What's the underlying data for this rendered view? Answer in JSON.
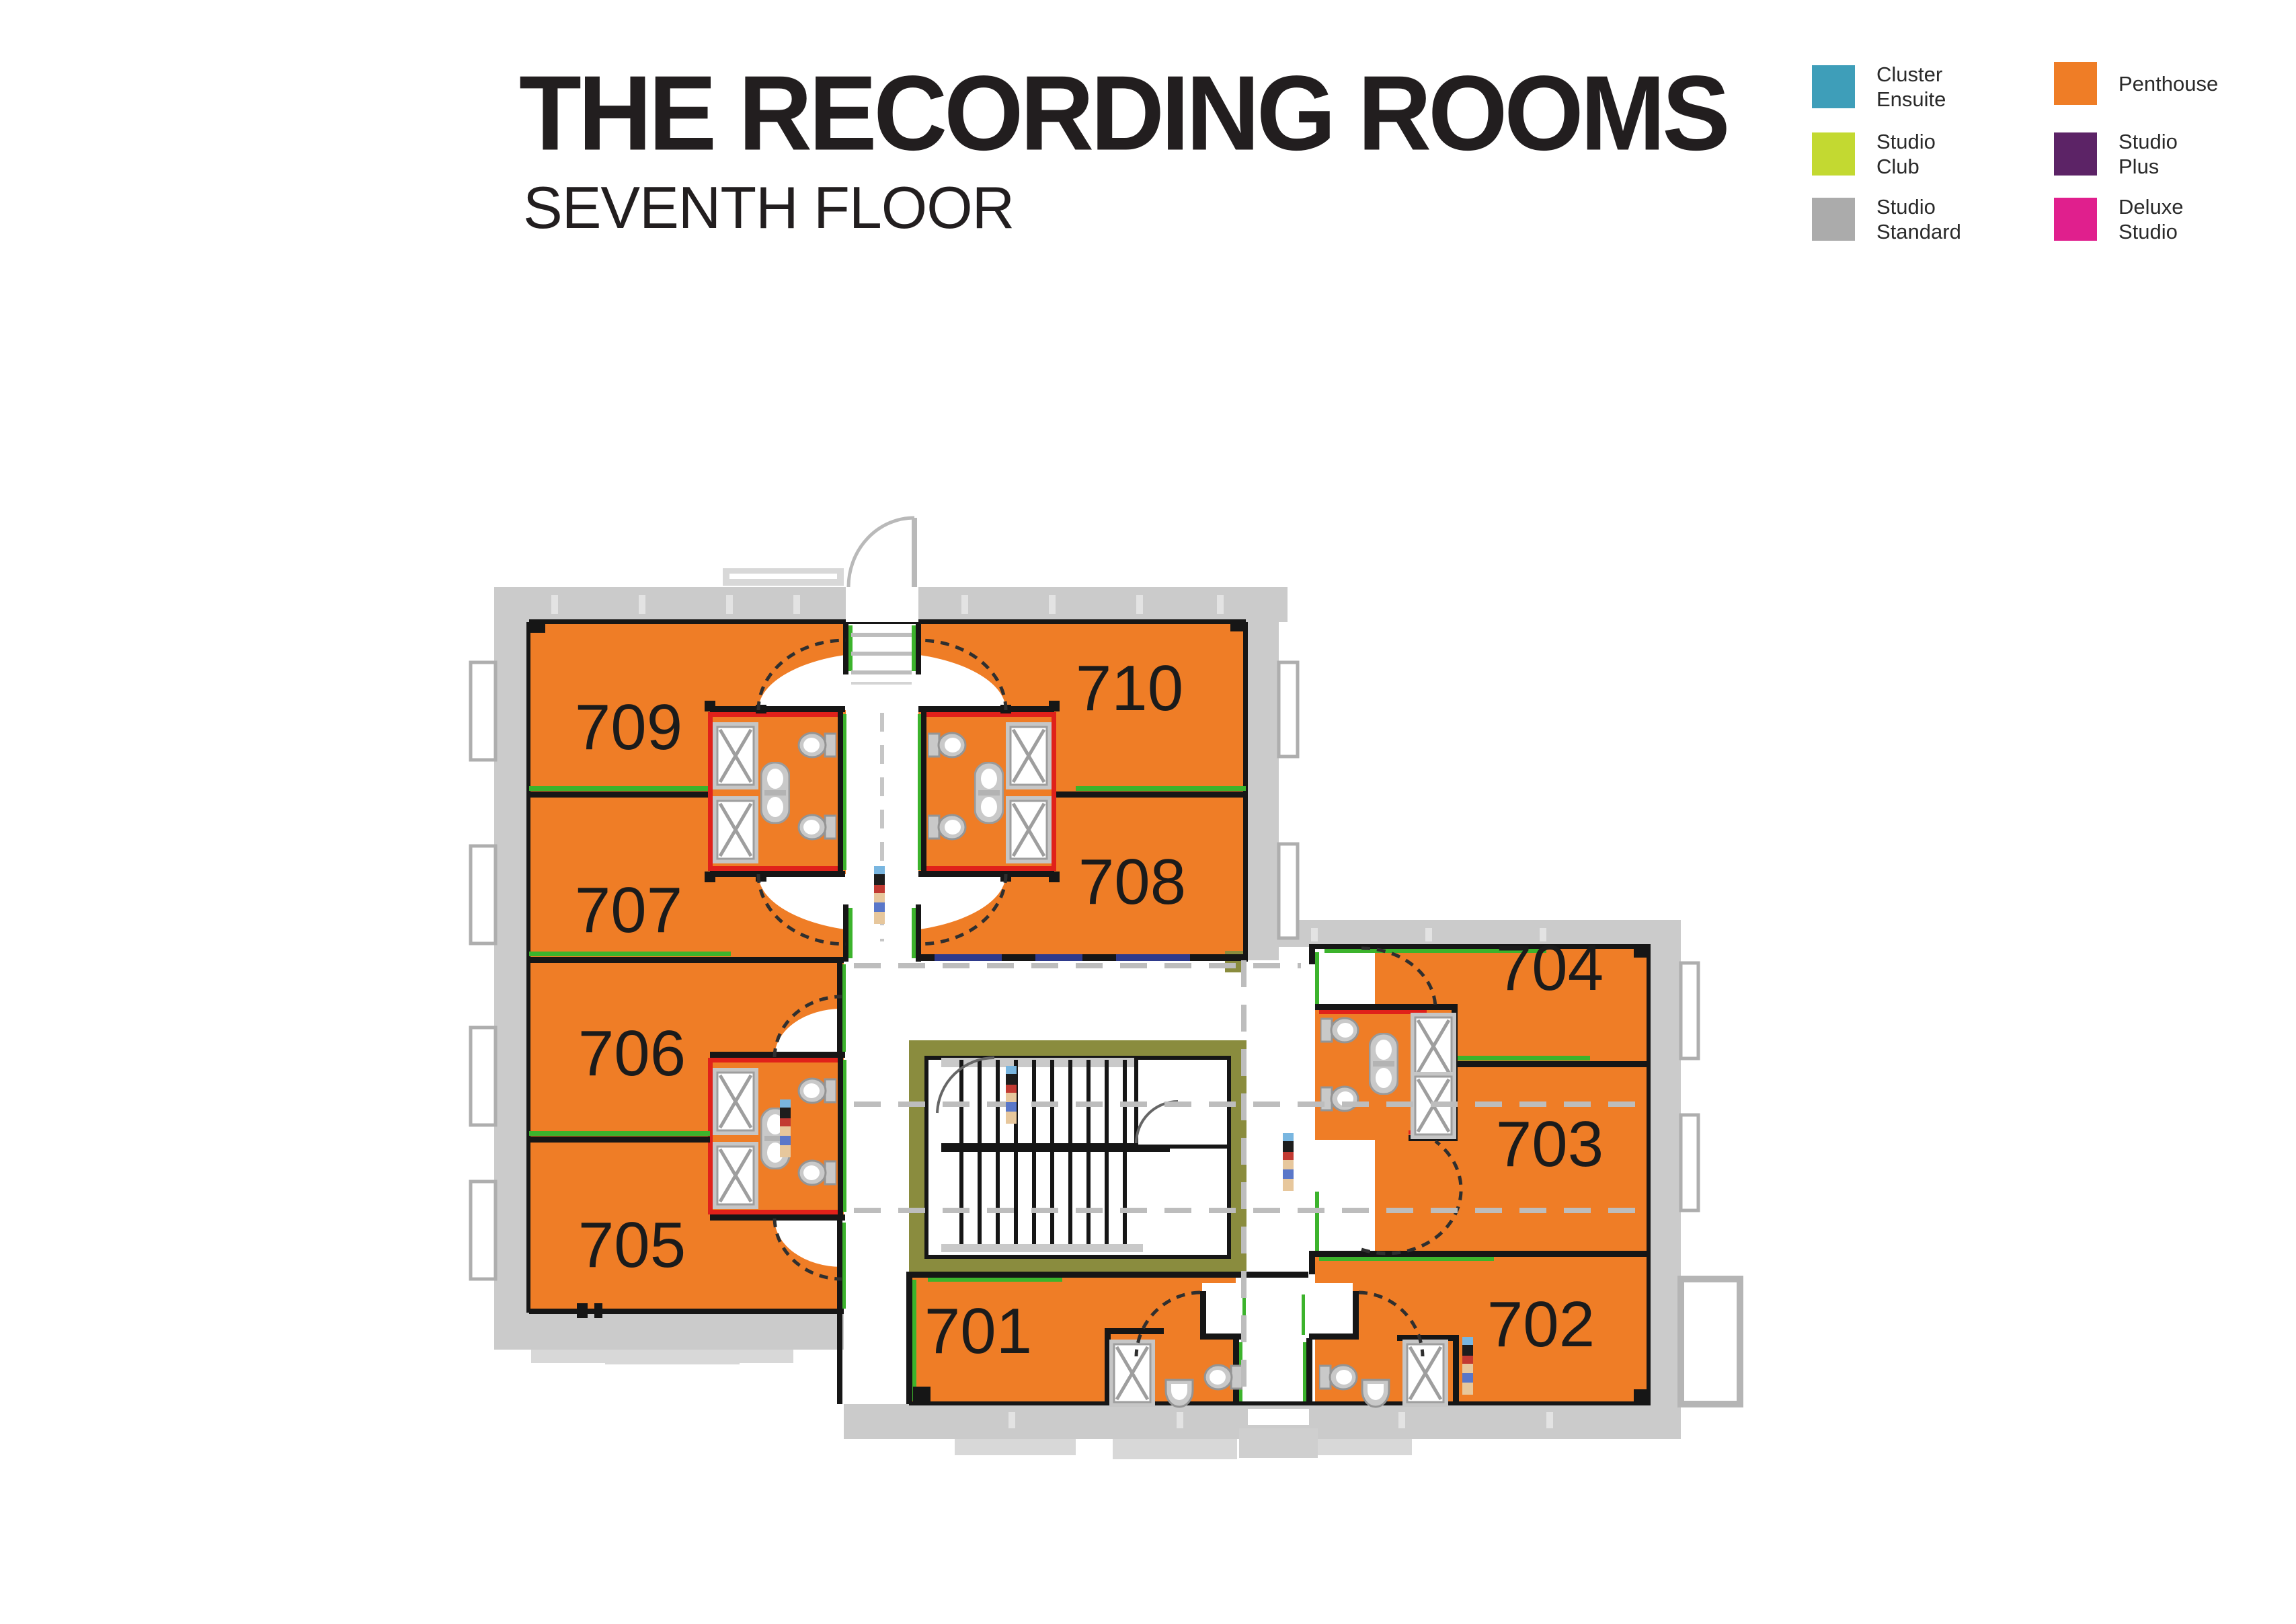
{
  "title": {
    "main": "THE RECORDING ROOMS",
    "subtitle": "SEVENTH FLOOR"
  },
  "legend": {
    "items": [
      {
        "lines": [
          "Cluster",
          "Ensuite"
        ],
        "color": "#3E9EB9"
      },
      {
        "lines": [
          "Studio",
          "Club"
        ],
        "color": "#C3D931"
      },
      {
        "lines": [
          "Studio",
          "Standard"
        ],
        "color": "#ABABAB"
      },
      {
        "lines": [
          "Penthouse"
        ],
        "color": "#EF7D26"
      },
      {
        "lines": [
          "Studio",
          "Plus"
        ],
        "color": "#5C2366"
      },
      {
        "lines": [
          "Deluxe",
          "Studio"
        ],
        "color": "#E01F8D"
      }
    ]
  },
  "rooms": [
    {
      "label": "709",
      "type": "Penthouse"
    },
    {
      "label": "710",
      "type": "Penthouse"
    },
    {
      "label": "707",
      "type": "Penthouse"
    },
    {
      "label": "708",
      "type": "Penthouse"
    },
    {
      "label": "706",
      "type": "Penthouse"
    },
    {
      "label": "705",
      "type": "Penthouse"
    },
    {
      "label": "704",
      "type": "Penthouse"
    },
    {
      "label": "703",
      "type": "Penthouse"
    },
    {
      "label": "702",
      "type": "Penthouse"
    },
    {
      "label": "701",
      "type": "Penthouse"
    }
  ],
  "plan_colors": {
    "penthouse_fill": "#EF7D26",
    "exterior_wall_gray": "#CBCBCB",
    "accent_green": "#3CB32C",
    "accent_red": "#E0211A",
    "stair_wall_olive": "#8A8C3E",
    "corridor_white": "#FFFFFF"
  }
}
